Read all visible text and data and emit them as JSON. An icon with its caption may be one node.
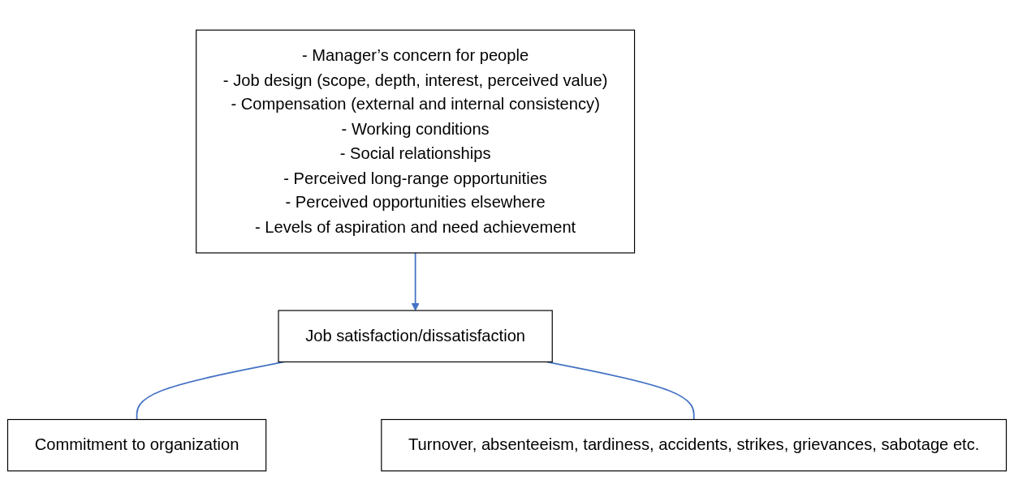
{
  "diagram": {
    "nodes": [
      {
        "text": [
          "- Manager’s concern for people",
          "- Job design (scope, depth, interest, perceived value)",
          "- Compensation (external and internal consistency)",
          "- Working conditions",
          "- Social relationships",
          "- Perceived long-range opportunities",
          "- Perceived opportunities elsewhere",
          "- Levels of aspiration and need achievement"
        ]
      },
      {
        "text": [
          "Job satisfaction/dissatisfaction"
        ]
      },
      {
        "text": [
          "Commitment to organization"
        ]
      },
      {
        "text": [
          "Turnover, absenteeism, tardiness, accidents, strikes, grievances, sabotage etc."
        ]
      }
    ],
    "edges": [
      {
        "from": 0,
        "to": 1,
        "arrow": "to"
      },
      {
        "from": 1,
        "to": 2,
        "arrow": "none"
      },
      {
        "from": 1,
        "to": 3,
        "arrow": "none"
      }
    ]
  }
}
